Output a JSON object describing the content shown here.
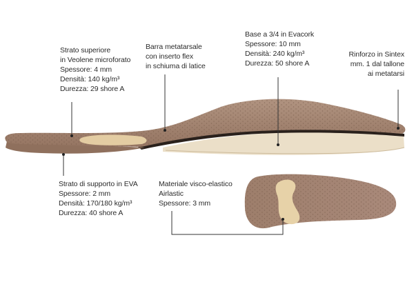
{
  "annotations": {
    "top_layer": {
      "lines": [
        "Strato superiore",
        "in Veolene microforato",
        "Spessore: 4 mm",
        "Densità: 140 kg/m³",
        "Durezza: 29 shore A"
      ]
    },
    "metatarsal_bar": {
      "lines": [
        "Barra metatarsale",
        "con inserto flex",
        "in schiuma di latice"
      ]
    },
    "base": {
      "lines": [
        "Base a 3/4 in Evacork",
        "Spessore: 10 mm",
        "Densità: 240 kg/m³",
        "Durezza: 50 shore A"
      ]
    },
    "reinforcement": {
      "lines": [
        "Rinforzo in Sintex",
        "mm. 1 dal tallone",
        "ai metatarsi"
      ]
    },
    "support_layer": {
      "lines": [
        "Strato di supporto in EVA",
        "Spessore: 2 mm",
        "Densità: 170/180 kg/m³",
        "Durezza: 40 shore A"
      ]
    },
    "viscoelastic": {
      "lines": [
        "Materiale visco-elastico",
        "Airlastic",
        "Spessore: 3 mm"
      ]
    }
  },
  "colors": {
    "leather": "#a48570",
    "leather_dark": "#8a6c58",
    "cork": "#e9dcc3",
    "black_layer": "#2a211c",
    "gel_pad": "#e5cfa4",
    "line": "#333333",
    "text": "#2b2b2b"
  }
}
